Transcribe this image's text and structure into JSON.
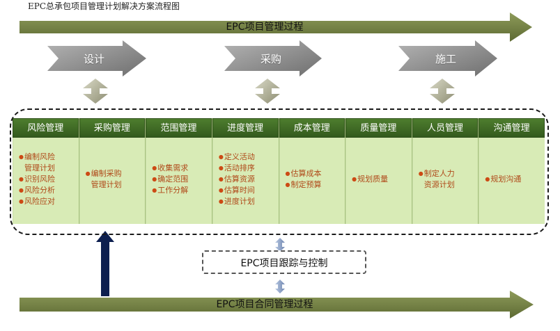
{
  "title": "EPC总承包项目管理计划解决方案流程图",
  "top_process": "EPC项目管理过程",
  "phases": [
    "设计",
    "采购",
    "施工"
  ],
  "columns": [
    {
      "header": "风险管理",
      "lines": [
        {
          "text": "编制风险",
          "bullet": true
        },
        {
          "text": "管理计划",
          "bullet": false
        },
        {
          "text": "识别风险",
          "bullet": true
        },
        {
          "text": "风险分析",
          "bullet": true
        },
        {
          "text": "风险应对",
          "bullet": true
        }
      ]
    },
    {
      "header": "采购管理",
      "lines": [
        {
          "text": "编制采购",
          "bullet": true
        },
        {
          "text": "管理计划",
          "bullet": false
        }
      ]
    },
    {
      "header": "范围管理",
      "lines": [
        {
          "text": "收集需求",
          "bullet": true
        },
        {
          "text": "确定范围",
          "bullet": true
        },
        {
          "text": "工作分解",
          "bullet": true
        }
      ]
    },
    {
      "header": "进度管理",
      "lines": [
        {
          "text": "定义活动",
          "bullet": true
        },
        {
          "text": "活动排序",
          "bullet": true
        },
        {
          "text": "估算资源",
          "bullet": true
        },
        {
          "text": "估算时间",
          "bullet": true
        },
        {
          "text": "进度计划",
          "bullet": true
        }
      ]
    },
    {
      "header": "成本管理",
      "lines": [
        {
          "text": "估算成本",
          "bullet": true
        },
        {
          "text": "制定预算",
          "bullet": true
        }
      ]
    },
    {
      "header": "质量管理",
      "lines": [
        {
          "text": "规划质量",
          "bullet": true
        }
      ]
    },
    {
      "header": "人员管理",
      "lines": [
        {
          "text": "制定人力",
          "bullet": true
        },
        {
          "text": "资源计划",
          "bullet": false
        }
      ]
    },
    {
      "header": "沟通管理",
      "lines": [
        {
          "text": "规划沟通",
          "bullet": true
        }
      ]
    }
  ],
  "tracking": "EPC项目跟踪与控制",
  "bottom_process": "EPC项目合同管理过程",
  "colors": {
    "big_arrow": "#6f7d43",
    "phase_arrow": "#8a8a8a",
    "header_green": "#3e6a24",
    "body_green": "#d8ebb6",
    "item_text": "#b04a1a",
    "up_arrow": "#0d1f4f"
  }
}
